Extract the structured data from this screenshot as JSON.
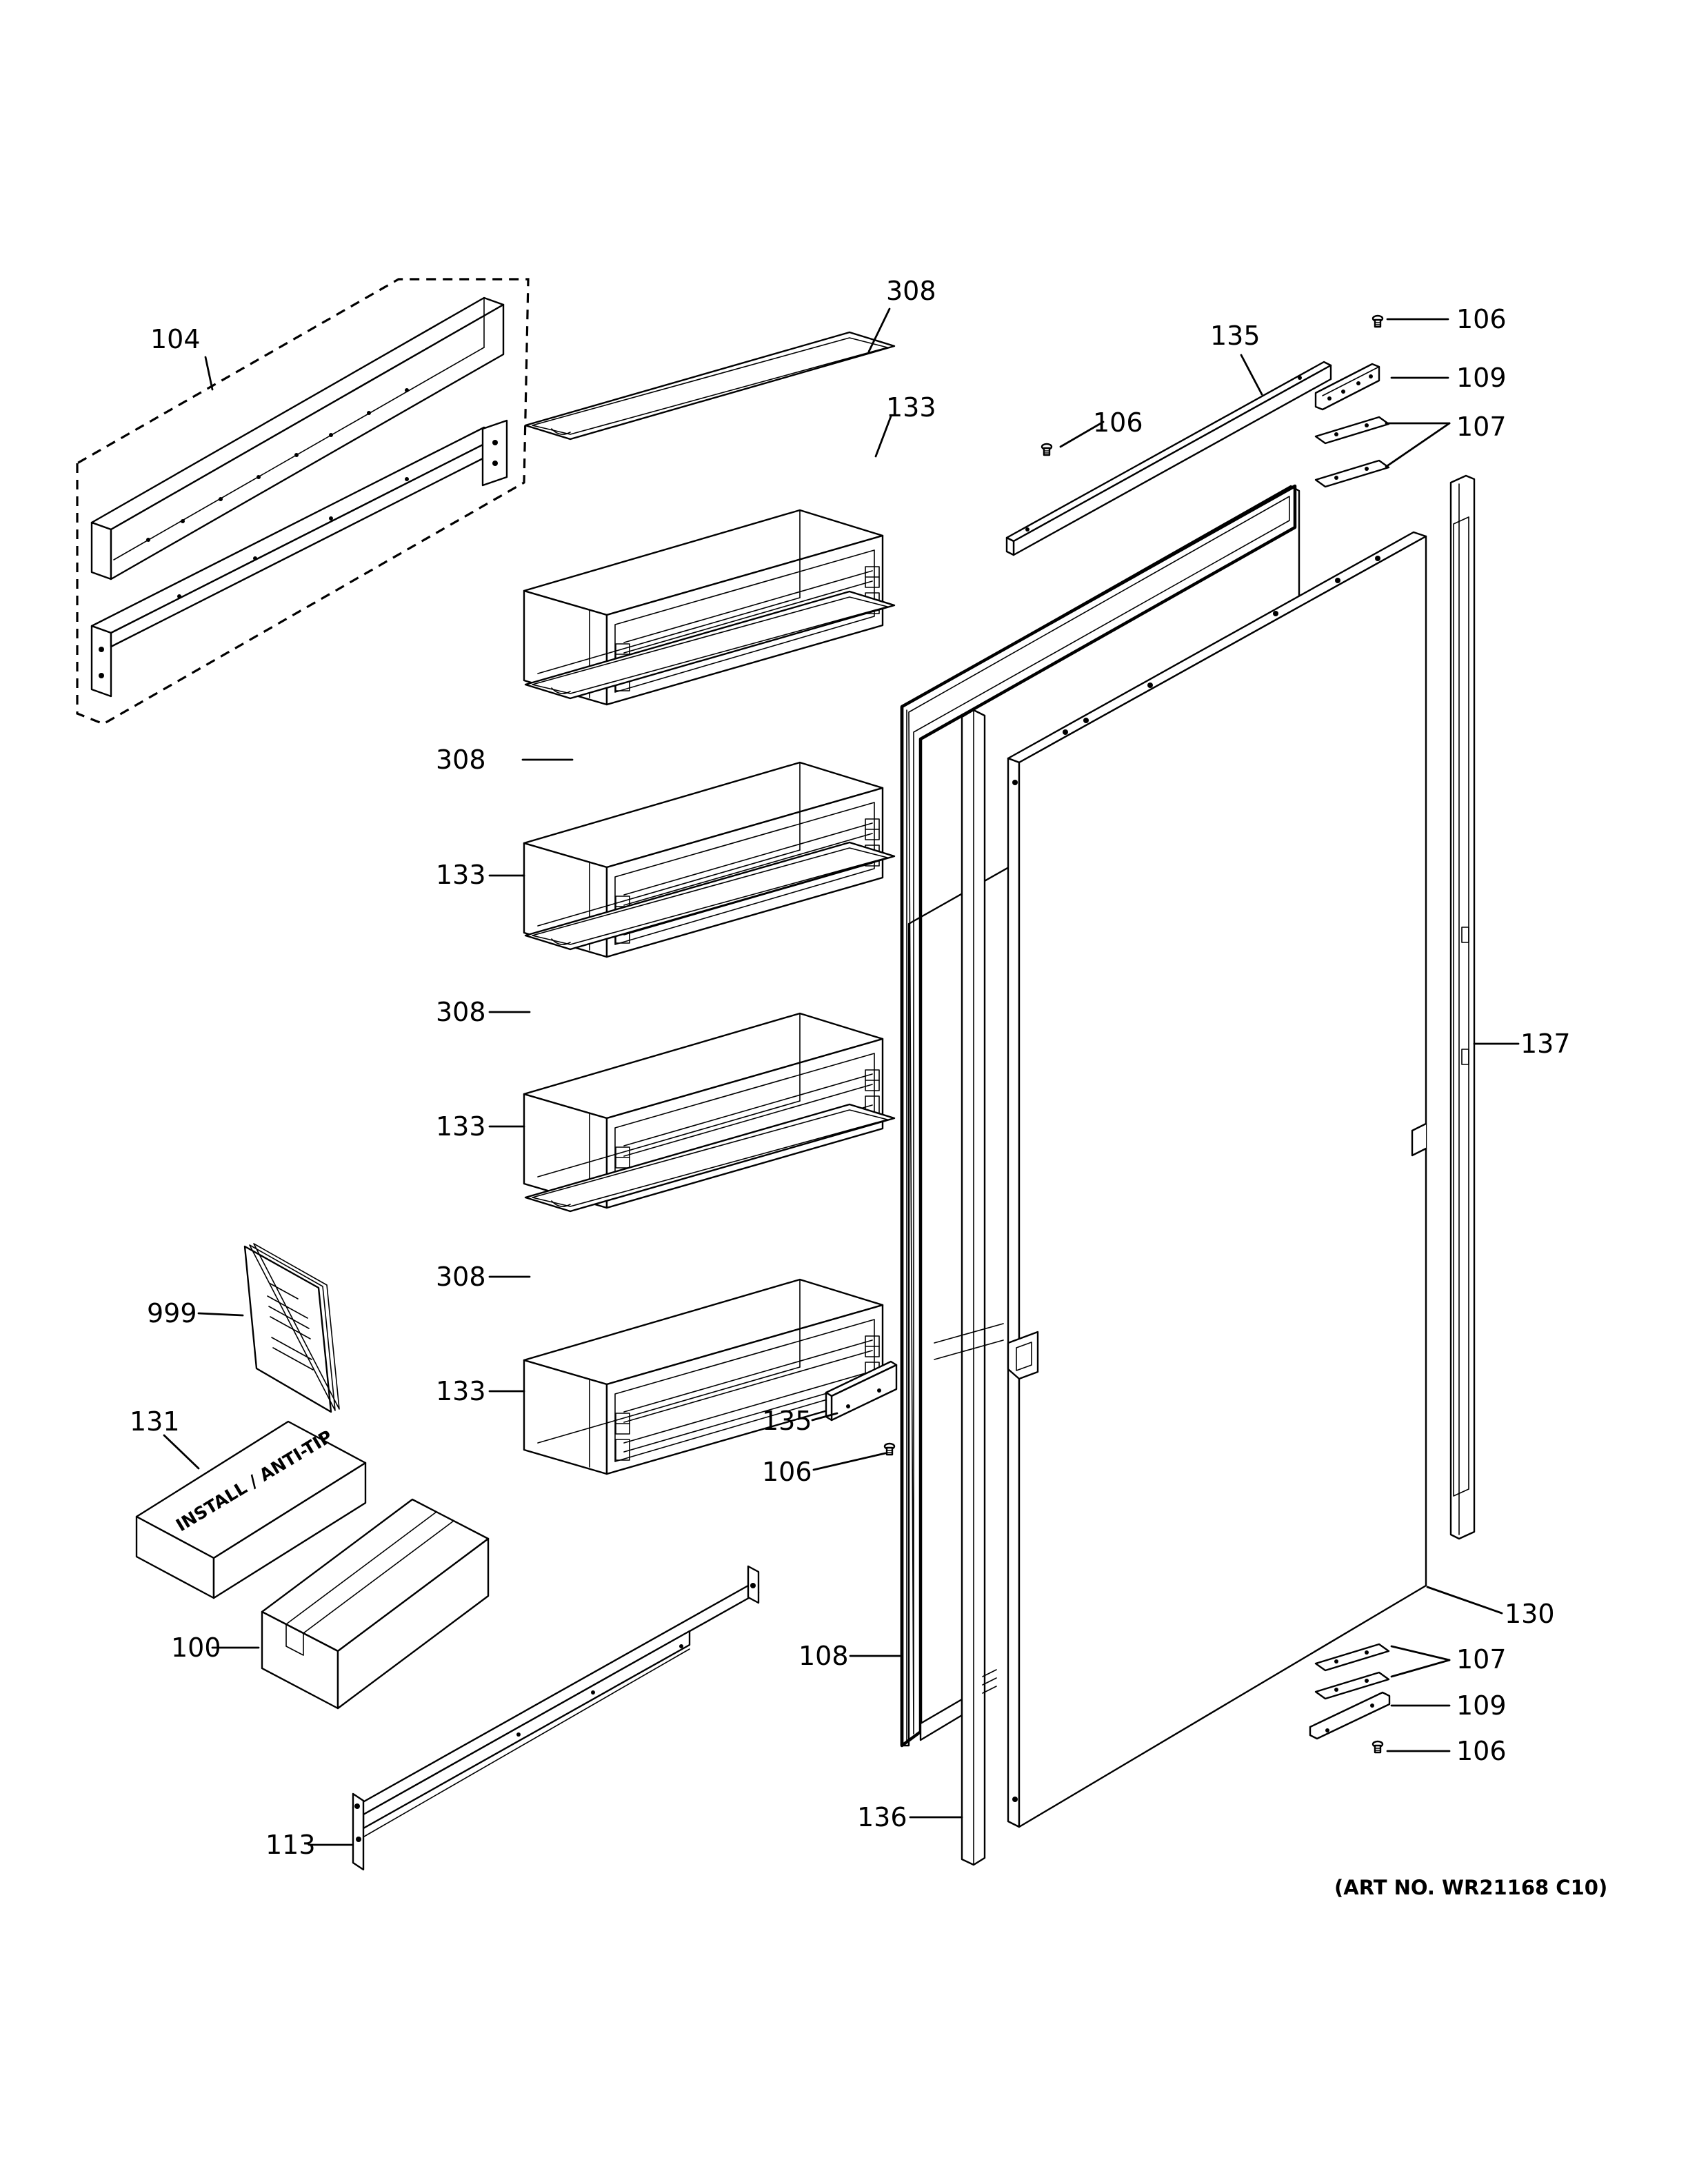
{
  "diagram": {
    "art_number": "(ART NO. WR21168 C10)",
    "box_print": "INSTALL / ANTI-TIP",
    "callouts": {
      "trim_kit_top": "104",
      "shelf_top": "308",
      "bin_top": "133",
      "shelf_2": "308",
      "bin_2": "133",
      "shelf_3": "308",
      "bin_3": "133",
      "shelf_4": "308",
      "bin_4": "133",
      "bracket_top": "135",
      "screw_top_center": "106",
      "screw_top_right": "106",
      "hinge_top": "109",
      "shims_top": "107",
      "handle_trim_right": "137",
      "manual": "999",
      "install_kit": "131",
      "carton": "100",
      "bracket_small": "135",
      "screw_mid": "106",
      "gasket": "108",
      "door_panel": "130",
      "shims_bottom": "107",
      "hinge_bottom": "109",
      "screw_bottom": "106",
      "trim_strip": "136",
      "anti_tip_bracket": "113"
    }
  }
}
